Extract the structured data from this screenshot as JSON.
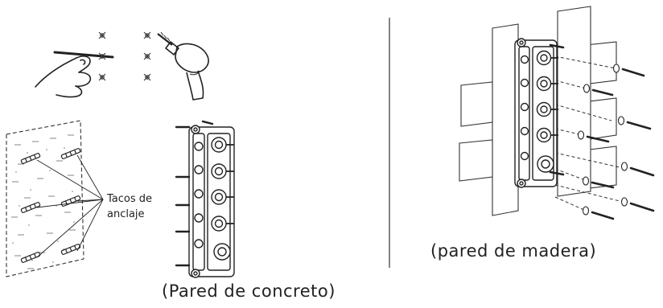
{
  "labels": {
    "anchor_line1": "Tacos de",
    "anchor_line2": "anclaje",
    "concrete_caption": "(Pared de concreto)",
    "wood_caption": "(pared de madera)"
  },
  "colors": {
    "ink": "#222222",
    "hatch": "#555555"
  }
}
